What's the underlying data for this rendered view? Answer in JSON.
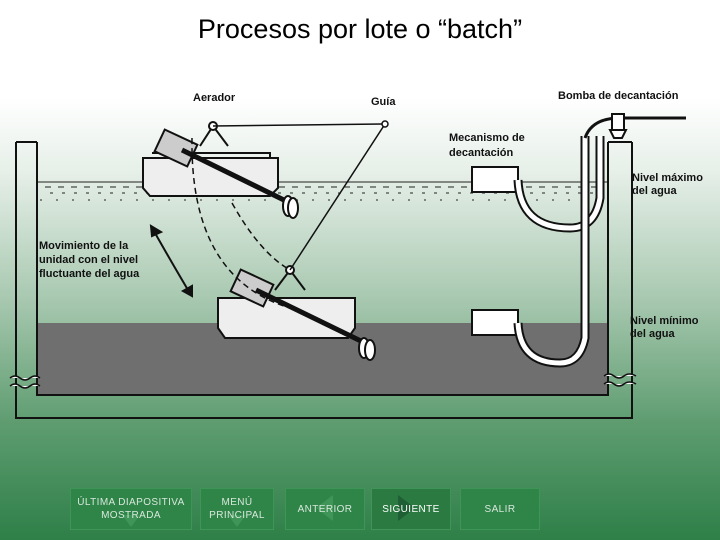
{
  "slide": {
    "title": "Procesos por lote o “batch”"
  },
  "diagram": {
    "labels": {
      "aerador": "Aerador",
      "guia": "Guía",
      "bomba": "Bomba de decantación",
      "mecanismo_1": "Mecanismo de",
      "mecanismo_2": "decantación",
      "nivel_max_1": "Nivel máximo",
      "nivel_max_2": "del agua",
      "movimiento_1": "Movimiento de la",
      "movimiento_2": "unidad con el nivel",
      "movimiento_3": "fluctuante del agua",
      "nivel_min_1": "Nivel mínimo",
      "nivel_min_2": "del agua"
    }
  },
  "nav": {
    "last_1": "ÚLTIMA DIAPOSITIVA",
    "last_2": "MOSTRADA",
    "menu_1": "MENÚ",
    "menu_2": "PRINCIPAL",
    "prev": "ANTERIOR",
    "next": "SIGUIENTE",
    "exit": "SALIR"
  },
  "colors": {
    "nav_bg": "#2f8448",
    "water_low": "#6f6f6f"
  }
}
